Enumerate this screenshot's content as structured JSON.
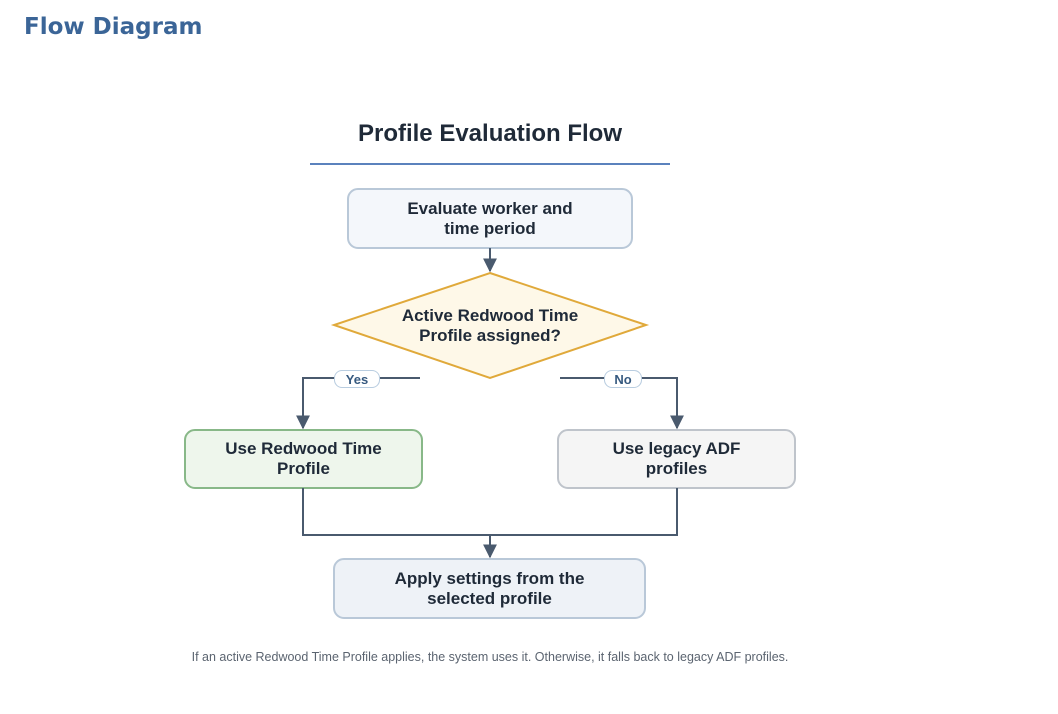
{
  "page": {
    "heading": "Flow Diagram"
  },
  "diagram": {
    "title": "Profile Evaluation Flow",
    "nodes": {
      "start": "Evaluate worker and time period",
      "decision": "Active Redwood Time Profile assigned?",
      "yes_branch": "Use Redwood Time Profile",
      "no_branch": "Use legacy ADF profiles",
      "end": "Apply settings from the selected profile"
    },
    "edge_labels": {
      "yes": "Yes",
      "no": "No"
    },
    "caption": "If an active Redwood Time Profile applies, the system uses it. Otherwise, it falls back to legacy ADF profiles."
  },
  "colors": {
    "heading": "#3b6597",
    "connector": "#4a5a6e",
    "decision_fill": "#fef8e8",
    "decision_stroke": "#e0a93a",
    "yes_fill": "#eef6ec",
    "yes_stroke": "#88b888"
  }
}
